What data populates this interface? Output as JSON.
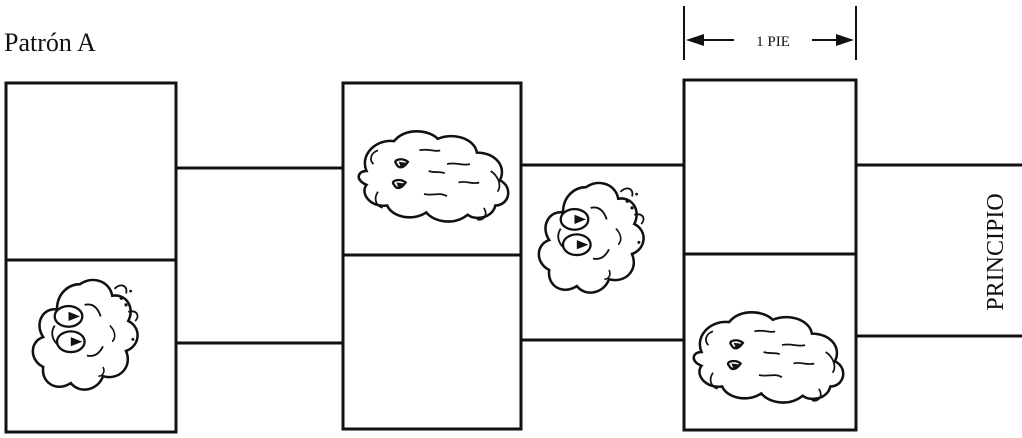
{
  "title": "Patrón A",
  "dimension_label": "1 PIE",
  "start_label": "PRINCIPIO",
  "colors": {
    "ink": "#111111",
    "paper": "#ffffff"
  },
  "icons": [
    "frog-icon",
    "tree-icon",
    "rock-icon"
  ]
}
